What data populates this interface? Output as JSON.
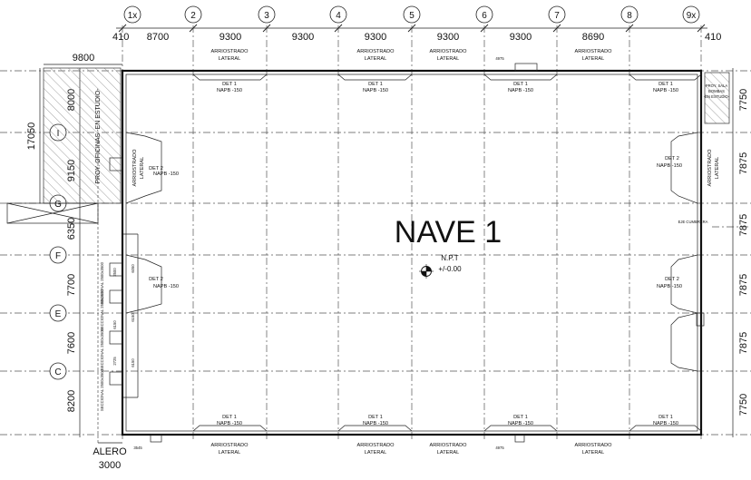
{
  "drawing": {
    "title": "NAVE 1",
    "level_label": "N.P.T",
    "level_value": "+/-0.00"
  },
  "columns": [
    "1x",
    "2",
    "3",
    "4",
    "5",
    "6",
    "7",
    "8",
    "9x"
  ],
  "column_spacing": [
    "8700",
    "9300",
    "9300",
    "9300",
    "9300",
    "9300",
    "8690"
  ],
  "edge_offsets": {
    "left": "410",
    "right": "410"
  },
  "rows": [
    "I",
    "G",
    "F",
    "E",
    "C"
  ],
  "left_dims": {
    "overall": "17050",
    "top": "8000",
    "segments": [
      "9150",
      "6350",
      "7700",
      "7600",
      "8200"
    ]
  },
  "right_dims": [
    "7750",
    "7875",
    "7875",
    "7875",
    "7875",
    "7750"
  ],
  "top_extra_dim": "9800",
  "offices": "PROY. OFICINAS -EN ESTUDIO-",
  "pump_room": {
    "line1": "PROY. SALA",
    "line2": "BOMBAS",
    "line3": "-EN ESTUDIO-"
  },
  "eaves": {
    "label": "ALERO",
    "value": "3000"
  },
  "bracing": {
    "line1": "ARRIOSTRADO",
    "line2": "LATERAL"
  },
  "det1": {
    "line1": "DET 1",
    "line2": "NAPB -150"
  },
  "det2": {
    "line1": "DET 2",
    "line2": "NAPB -150"
  },
  "ridge_axis": "EJE CUMBRERA",
  "small_dims": {
    "top": "4975",
    "bottom_left": "3545",
    "bottom_mid": "4975"
  },
  "door_tags": [
    "SECCIONAL 2500x3500",
    "SECCIONAL 2500x3500",
    "SECCIONAL 2500x3500",
    "SECCIONAL 2500x3500"
  ],
  "door_dims": [
    "6050",
    "6150",
    "2500",
    "6150",
    "2725",
    "6150"
  ]
}
